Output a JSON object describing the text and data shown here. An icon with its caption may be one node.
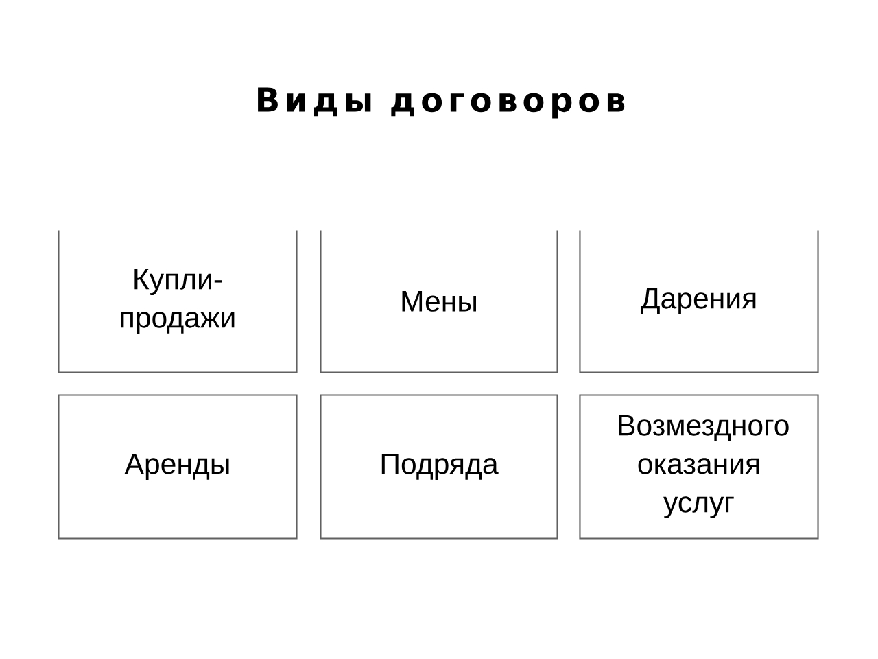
{
  "diagram": {
    "title": "Виды договоров",
    "nodes": [
      {
        "text": [
          "Купли-продажи"
        ]
      },
      {
        "text": [
          "Мены"
        ]
      },
      {
        "text": [
          "Дарения"
        ]
      },
      {
        "text": [
          "Аренды"
        ]
      },
      {
        "text": [
          "Подряда"
        ]
      },
      {
        "text": [
          "Возмездного оказания услуг"
        ]
      }
    ],
    "edges": []
  }
}
